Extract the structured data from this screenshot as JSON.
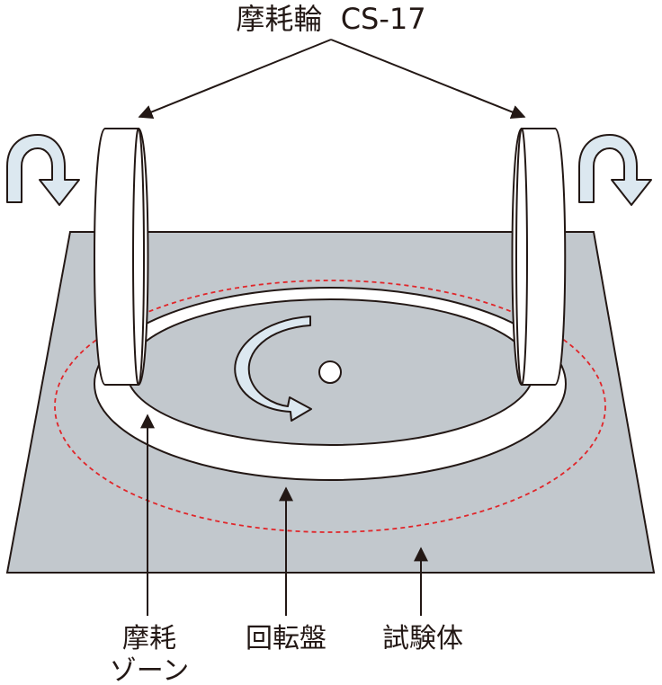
{
  "labels": {
    "wheel": "摩耗輪  CS-17",
    "wear_zone_line1": "摩耗",
    "wear_zone_line2": "ゾーン",
    "turntable": "回転盤",
    "specimen": "試験体"
  },
  "colors": {
    "specimen_fill": "#c2c8cd",
    "outline": "#231815",
    "wheel_fill": "#ffffff",
    "arrow_fill": "#dce8f0",
    "dashed_ring": "#e0262a"
  }
}
